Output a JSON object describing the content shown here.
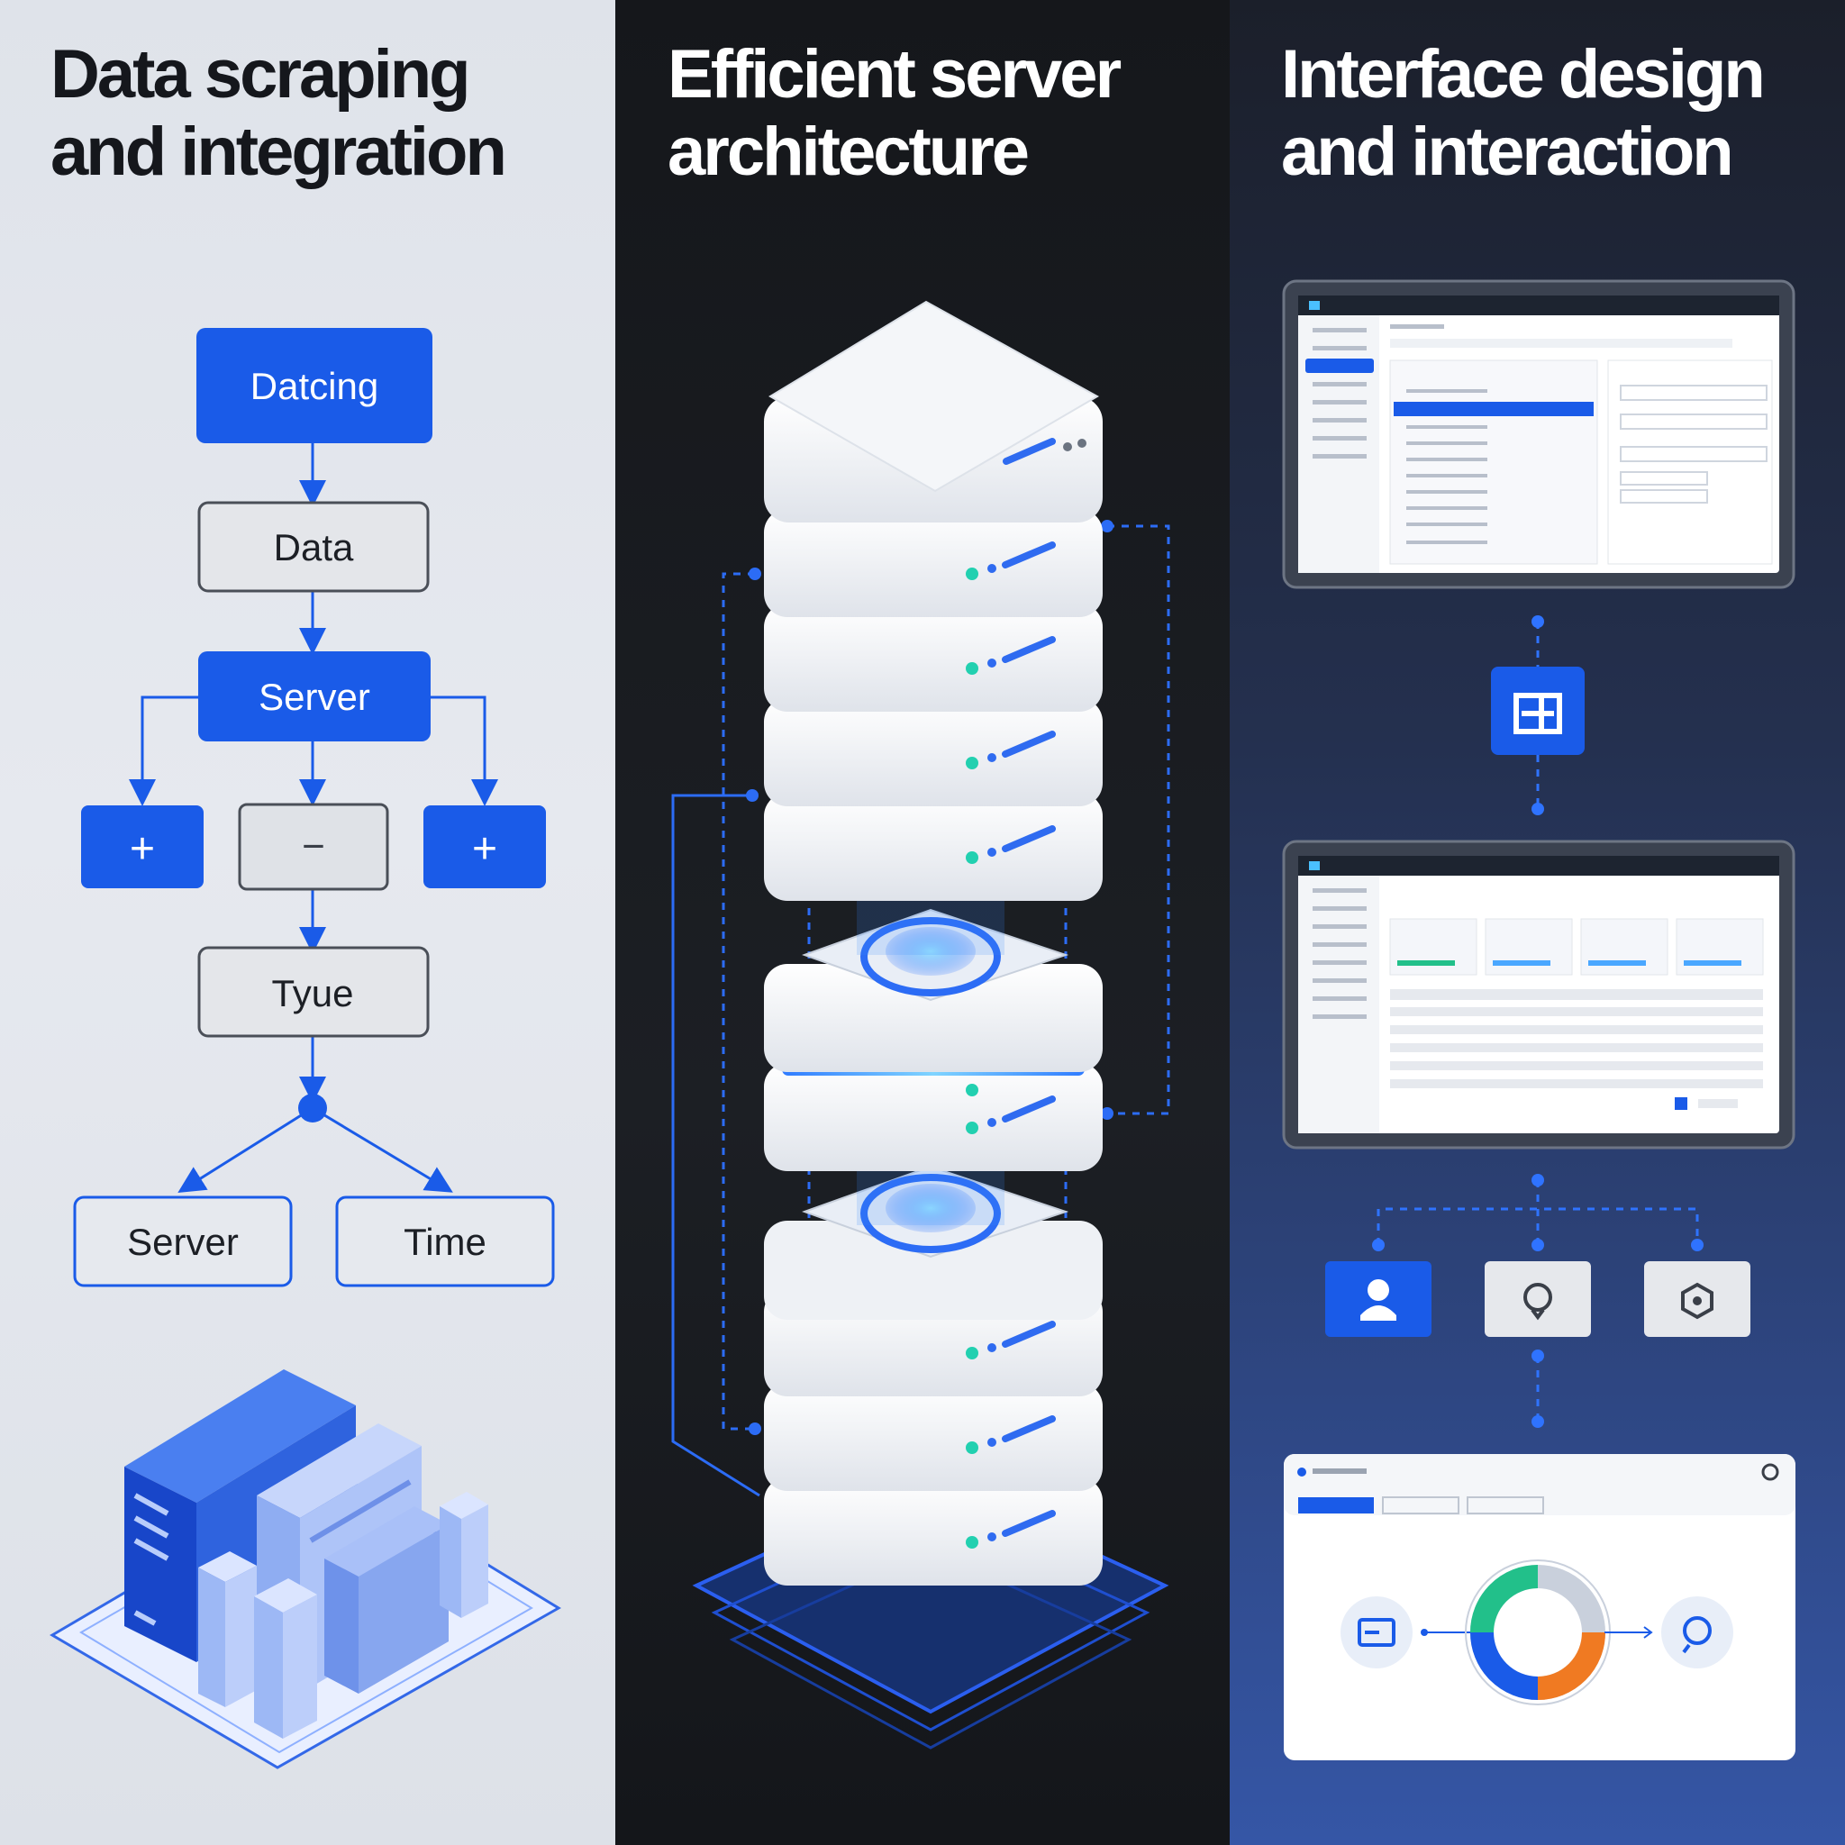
{
  "panels": [
    {
      "title_line1": "Data scraping",
      "title_line2": "and integration",
      "flow": {
        "top": "Datcing",
        "data": "Data",
        "server": "Server",
        "left_symbol": "+",
        "middle_symbol": "−",
        "right_symbol": "+",
        "type": "Tyue",
        "leaf_left": "Server",
        "leaf_right": "Time"
      },
      "illustration_icon": "isometric-server-buildings-icon"
    },
    {
      "title_line1": "Efficient server",
      "title_line2": "architecture",
      "illustration_icon": "server-rack-stack-icon"
    },
    {
      "title_line1": "Interface design",
      "title_line2": "and interaction",
      "icons": [
        "book-map-icon",
        "user-stack-icon",
        "chat-bubble-icon",
        "hexagon-gear-icon",
        "image-frame-icon",
        "support-chat-icon"
      ]
    }
  ],
  "colors": {
    "accent_blue": "#1a5be8",
    "glow_cyan": "#4fb6ff",
    "donut_green": "#22c08a",
    "donut_orange": "#f07a22",
    "donut_gray": "#c9d0dc"
  }
}
